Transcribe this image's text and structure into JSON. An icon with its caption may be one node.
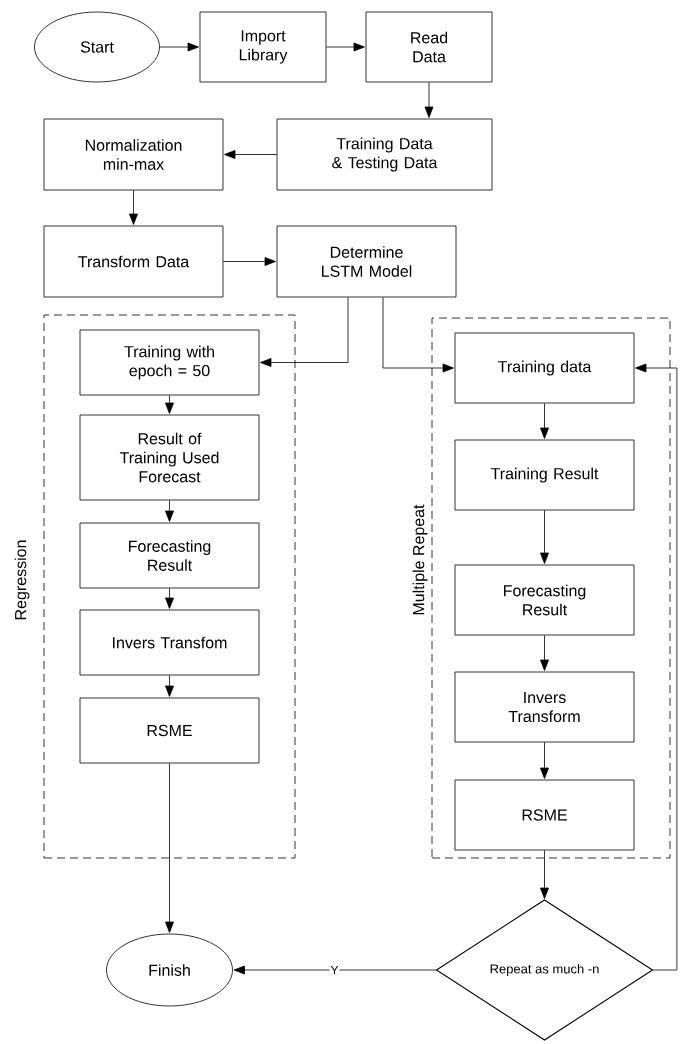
{
  "diagram": {
    "nodes": [
      {
        "text": [
          "Start"
        ]
      },
      {
        "text": [
          "Import Library"
        ]
      },
      {
        "text": [
          "Read Data"
        ]
      },
      {
        "text": [
          "Training Data & Testing Data"
        ]
      },
      {
        "text": [
          "Normalization min-max"
        ]
      },
      {
        "text": [
          "Transform Data"
        ]
      },
      {
        "text": [
          "Determine LSTM Model"
        ]
      },
      {
        "text": [
          "Regression"
        ]
      },
      {
        "text": [
          "Training with epoch = 50"
        ],
        "in": 7
      },
      {
        "text": [
          "Result of Training Used Forecast"
        ],
        "in": 7
      },
      {
        "text": [
          "Forecasting Result"
        ],
        "in": 7
      },
      {
        "text": [
          "Invers Transfom"
        ],
        "in": 7
      },
      {
        "text": [
          "RSME"
        ],
        "in": 7
      },
      {
        "text": [
          "Multiple Repeat"
        ]
      },
      {
        "text": [
          "Training data"
        ],
        "in": 13
      },
      {
        "text": [
          "Training Result"
        ],
        "in": 13
      },
      {
        "text": [
          "Forecasting Result"
        ],
        "in": 13
      },
      {
        "text": [
          "Invers Transform"
        ],
        "in": 13
      },
      {
        "text": [
          "RSME"
        ],
        "in": 13
      },
      {
        "text": [
          "Finish"
        ]
      },
      {
        "text": [
          "Repeat as much -n"
        ]
      }
    ],
    "edges": [
      {
        "from": 0,
        "to": 1,
        "arrow": "to"
      },
      {
        "from": 1,
        "to": 2,
        "arrow": "to"
      },
      {
        "from": 2,
        "to": 3,
        "arrow": "to"
      },
      {
        "from": 3,
        "to": 4,
        "arrow": "to"
      },
      {
        "from": 4,
        "to": 5,
        "arrow": "to"
      },
      {
        "from": 5,
        "to": 6,
        "arrow": "to"
      },
      {
        "from": 6,
        "to": 8,
        "arrow": "to"
      },
      {
        "from": 6,
        "to": 14,
        "arrow": "to"
      },
      {
        "from": 8,
        "to": 9,
        "arrow": "to"
      },
      {
        "from": 9,
        "to": 10,
        "arrow": "to"
      },
      {
        "from": 10,
        "to": 11,
        "arrow": "to"
      },
      {
        "from": 11,
        "to": 12,
        "arrow": "to"
      },
      {
        "from": 12,
        "to": 19,
        "arrow": "to"
      },
      {
        "from": 14,
        "to": 15,
        "arrow": "to"
      },
      {
        "from": 15,
        "to": 16,
        "arrow": "to"
      },
      {
        "from": 16,
        "to": 17,
        "arrow": "to"
      },
      {
        "from": 17,
        "to": 18,
        "arrow": "to"
      },
      {
        "from": 18,
        "to": 20,
        "arrow": "to"
      },
      {
        "from": 20,
        "to": 19,
        "label": "Y",
        "arrow": "to"
      },
      {
        "from": 20,
        "to": 14,
        "arrow": "to"
      }
    ]
  }
}
